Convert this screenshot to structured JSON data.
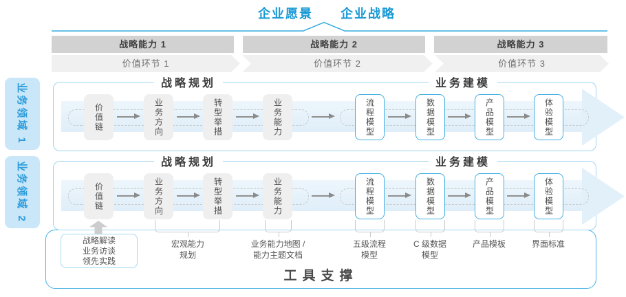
{
  "header": {
    "vision": "企业愿景",
    "strategy": "企业战略"
  },
  "capability_bars": [
    "战略能力 1",
    "战略能力 2",
    "战略能力 3"
  ],
  "value_chevrons": [
    "价值环节 1",
    "价值环节 2",
    "价值环节 3"
  ],
  "domain_tabs": [
    "业务领域 1",
    "业务领域 2"
  ],
  "band": {
    "planning_title": "战略规划",
    "modeling_title": "业务建模",
    "planning_boxes": [
      "价值链",
      "业务方向",
      "转型举措",
      "业务能力"
    ],
    "modeling_boxes": [
      "流程模型",
      "数据模型",
      "产品模型",
      "体验模型"
    ]
  },
  "notes": {
    "source_box": [
      "战略解读",
      "业务访谈",
      "领先实践"
    ],
    "labels": [
      [
        "宏观能力",
        "规划"
      ],
      [
        "业务能力地图 /",
        "能力主题文档"
      ],
      [
        "五级流程",
        "模型"
      ],
      [
        "C 级数据",
        "模型"
      ],
      [
        "产品模板",
        ""
      ],
      [
        "界面标准",
        ""
      ]
    ]
  },
  "tool_support": "工具支撑",
  "colors": {
    "accent_blue": "#1899D6",
    "line_blue": "#35ACDF",
    "band_border": "#9ED5F0",
    "tab_fill": "#C9E7F8",
    "tab_text": "#2D9CDB",
    "bar_fill": "#D2D2D2",
    "chevron_fill": "#F0F0F0",
    "flow_arrow_fill": "#E2F0FA",
    "gray_box_fill": "#EFEFEF",
    "white_box_border": "#41AEE1",
    "connector_gray": "#C8C8C8",
    "tool_border": "#45B2E3",
    "dark_text": "#3F3F3F"
  }
}
